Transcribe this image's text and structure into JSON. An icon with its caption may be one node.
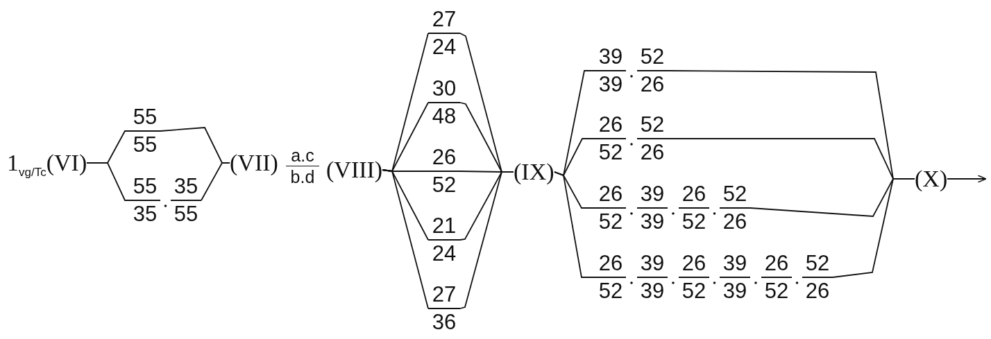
{
  "diagram": {
    "nodes": [
      {
        "text": [
          "1$_{vg/Tc}$(VI)"
        ]
      },
      {
        "text": [
          "55",
          "55"
        ]
      },
      {
        "text": [
          "55",
          "35"
        ]
      },
      {
        "text": [
          "35",
          "55"
        ]
      },
      {
        "text": [
          "(VII)"
        ]
      },
      {
        "text": [
          "a.c",
          "b.d"
        ]
      },
      {
        "text": [
          "(VIII)"
        ]
      },
      {
        "text": [
          "27",
          "24"
        ]
      },
      {
        "text": [
          "30",
          "48"
        ]
      },
      {
        "text": [
          "26",
          "52"
        ]
      },
      {
        "text": [
          "21",
          "24"
        ]
      },
      {
        "text": [
          "27",
          "36"
        ]
      },
      {
        "text": [
          "(IX)"
        ]
      },
      {
        "text": [
          "39",
          "39"
        ]
      },
      {
        "text": [
          "52",
          "26"
        ]
      },
      {
        "text": [
          "26",
          "52"
        ]
      },
      {
        "text": [
          "52",
          "26"
        ]
      },
      {
        "text": [
          "26",
          "52"
        ]
      },
      {
        "text": [
          "39",
          "39"
        ]
      },
      {
        "text": [
          "26",
          "52"
        ]
      },
      {
        "text": [
          "52",
          "26"
        ]
      },
      {
        "text": [
          "26",
          "52"
        ]
      },
      {
        "text": [
          "39",
          "39"
        ]
      },
      {
        "text": [
          "26",
          "52"
        ]
      },
      {
        "text": [
          "39",
          "39"
        ]
      },
      {
        "text": [
          "26",
          "52"
        ]
      },
      {
        "text": [
          "52",
          "26"
        ]
      },
      {
        "text": [
          "(X)"
        ]
      }
    ],
    "edges": [
      {
        "from": 0,
        "to": 1,
        "arrow": "none"
      },
      {
        "from": 1,
        "to": 4,
        "arrow": "none"
      },
      {
        "from": 0,
        "to": 2,
        "arrow": "none"
      },
      {
        "from": 3,
        "to": 4,
        "arrow": "none"
      },
      {
        "from": 6,
        "to": 7,
        "arrow": "none"
      },
      {
        "from": 7,
        "to": 12,
        "arrow": "none"
      },
      {
        "from": 6,
        "to": 8,
        "arrow": "none"
      },
      {
        "from": 8,
        "to": 12,
        "arrow": "none"
      },
      {
        "from": 6,
        "to": 9,
        "arrow": "none"
      },
      {
        "from": 9,
        "to": 12,
        "arrow": "none"
      },
      {
        "from": 6,
        "to": 10,
        "arrow": "none"
      },
      {
        "from": 10,
        "to": 12,
        "arrow": "none"
      },
      {
        "from": 6,
        "to": 11,
        "arrow": "none"
      },
      {
        "from": 11,
        "to": 12,
        "arrow": "none"
      },
      {
        "from": 12,
        "to": 13,
        "arrow": "none"
      },
      {
        "from": 14,
        "to": 27,
        "arrow": "none"
      },
      {
        "from": 12,
        "to": 15,
        "arrow": "none"
      },
      {
        "from": 16,
        "to": 27,
        "arrow": "none"
      },
      {
        "from": 12,
        "to": 17,
        "arrow": "none"
      },
      {
        "from": 20,
        "to": 27,
        "arrow": "none"
      },
      {
        "from": 12,
        "to": 21,
        "arrow": "none"
      },
      {
        "from": 26,
        "to": 27,
        "arrow": "none"
      },
      {
        "from": 27,
        "to": null,
        "arrow": "to"
      }
    ]
  }
}
